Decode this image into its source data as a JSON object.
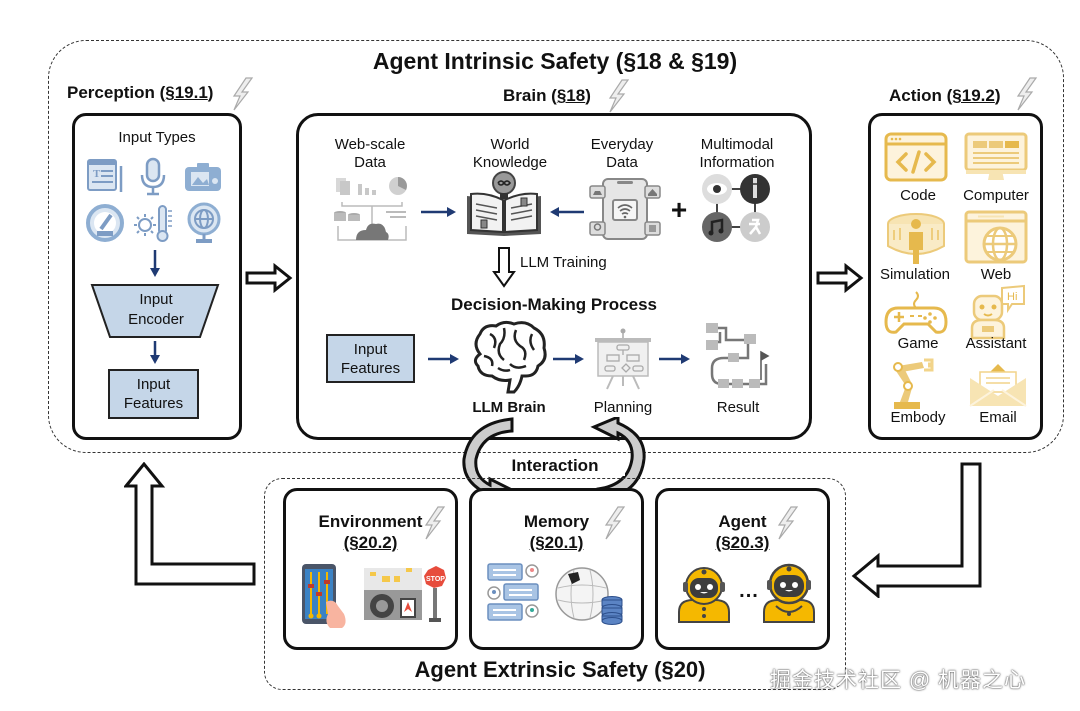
{
  "intrinsic": {
    "title": "Agent Intrinsic Safety (§18 & §19)"
  },
  "perception": {
    "title": "Perception (",
    "section": "§19.1",
    "title_end": ")",
    "input_types_label": "Input Types",
    "icons": [
      "document-icon",
      "microphone-icon",
      "camera-icon",
      "gauge-icon",
      "thermometer-icon",
      "radar-icon"
    ],
    "encoder_label_1": "Input",
    "encoder_label_2": "Encoder",
    "features_label_1": "Input",
    "features_label_2": "Features"
  },
  "brain": {
    "title": "Brain (",
    "section": "§18",
    "title_end": ")",
    "sources": [
      {
        "line1": "Web-scale",
        "line2": "Data"
      },
      {
        "line1": "World",
        "line2": "Knowledge"
      },
      {
        "line1": "Everyday",
        "line2": "Data"
      },
      {
        "line1": "Multimodal",
        "line2": "Information"
      }
    ],
    "plus": "+",
    "training_label": "LLM Training",
    "decision_title": "Decision-Making Process",
    "features_label_1": "Input",
    "features_label_2": "Features",
    "llm_brain_label": "LLM Brain",
    "planning_label": "Planning",
    "result_label": "Result"
  },
  "action": {
    "title": "Action (",
    "section": "§19.2",
    "title_end": ")",
    "items": [
      {
        "label": "Code",
        "icon": "code-icon"
      },
      {
        "label": "Computer",
        "icon": "computer-icon"
      },
      {
        "label": "Simulation",
        "icon": "simulation-icon"
      },
      {
        "label": "Web",
        "icon": "web-icon"
      },
      {
        "label": "Game",
        "icon": "gamepad-icon"
      },
      {
        "label": "Assistant",
        "icon": "assistant-icon"
      },
      {
        "label": "Embody",
        "icon": "robot-arm-icon"
      },
      {
        "label": "Email",
        "icon": "email-icon"
      }
    ],
    "accent": "#e6b94d"
  },
  "interaction": {
    "label": "Interaction"
  },
  "extrinsic": {
    "title": "Agent Extrinsic Safety (§20)",
    "environment": {
      "title": "Environment",
      "section": "(§20.2)"
    },
    "memory": {
      "title": "Memory",
      "section": "(§20.1)"
    },
    "agent": {
      "title": "Agent",
      "section": "(§20.3)",
      "ellipsis": "..."
    }
  },
  "watermark": "掘金技术社区 @ 机器之心",
  "colors": {
    "feature_box": "#c5d6e8",
    "arrow_blue": "#1f3a73",
    "action_gold": "#e6b94d",
    "robot_yellow": "#f5b800"
  }
}
